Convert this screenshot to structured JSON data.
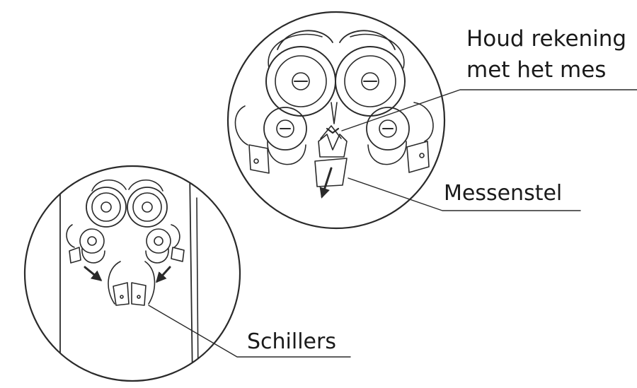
{
  "labels": {
    "knife_warning_line1": "Houd rekening",
    "knife_warning_line2": "met het mes",
    "knife_assembly": "Messenstel",
    "peelers": "Schillers"
  },
  "colors": {
    "line": "#2a2a2a",
    "text": "#1a1a1a",
    "background": "#ffffff"
  }
}
